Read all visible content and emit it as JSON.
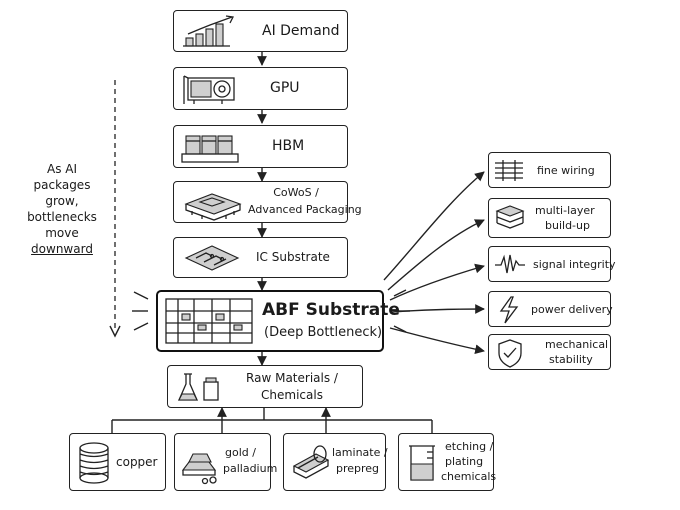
{
  "chain": [
    {
      "id": "ai-demand",
      "label": "AI Demand",
      "icon": "bar-chart-icon"
    },
    {
      "id": "gpu",
      "label": "GPU",
      "icon": "gpu-card-icon"
    },
    {
      "id": "hbm",
      "label": "HBM",
      "icon": "memory-stack-icon"
    },
    {
      "id": "cowos",
      "label_line1": "CoWoS /",
      "label_line2": "Advanced Packaging",
      "icon": "package-chip-icon"
    },
    {
      "id": "ic-substrate",
      "label": "IC Substrate",
      "icon": "circuit-board-icon"
    }
  ],
  "bottleneck": {
    "title": "ABF Substrate",
    "subtitle": "(Deep Bottleneck)",
    "icon": "substrate-layers-icon"
  },
  "raw_materials": {
    "line1": "Raw Materials /",
    "line2": "Chemicals",
    "icon": "lab-flask-icon"
  },
  "inputs": [
    {
      "id": "copper",
      "label": "copper",
      "icon": "copper-spool-icon"
    },
    {
      "id": "gold",
      "label_line1": "gold /",
      "label_line2": "palladium",
      "icon": "gold-bars-icon"
    },
    {
      "id": "laminate",
      "label_line1": "laminate /",
      "label_line2": "prepreg",
      "icon": "laminate-roll-icon"
    },
    {
      "id": "etching",
      "label_line1": "etching /",
      "label_line2": "plating",
      "label_line3": "chemicals",
      "icon": "beaker-icon"
    }
  ],
  "requirements": [
    {
      "id": "fine-wiring",
      "label": "fine wiring",
      "icon": "fine-lines-icon"
    },
    {
      "id": "multi-layer",
      "label_line1": "multi-layer",
      "label_line2": "build-up",
      "icon": "layers-icon"
    },
    {
      "id": "signal",
      "label": "signal integrity",
      "icon": "waveform-icon"
    },
    {
      "id": "power",
      "label": "power delivery",
      "icon": "lightning-icon"
    },
    {
      "id": "mech",
      "label_line1": "mechanical",
      "label_line2": "stability",
      "icon": "shield-check-icon"
    }
  ],
  "side_note": {
    "l1": "As AI",
    "l2": "packages",
    "l3": "grow,",
    "l4": "bottlenecks",
    "l5": "move",
    "l6": "downward"
  }
}
